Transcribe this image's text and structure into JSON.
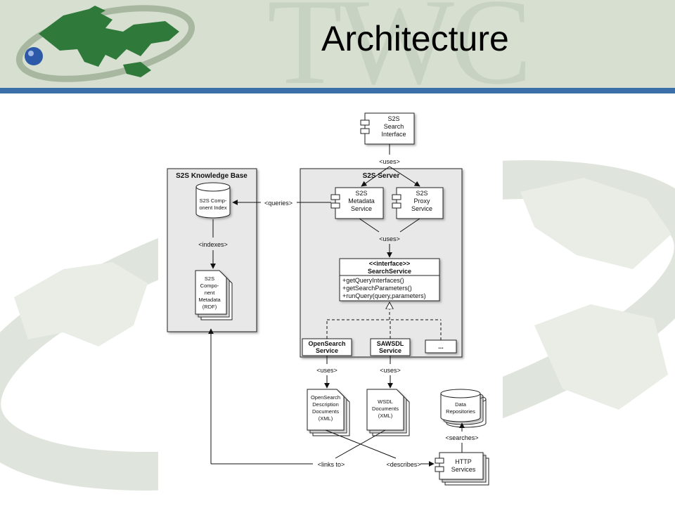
{
  "header": {
    "title": "Architecture",
    "watermark": "TWC"
  },
  "diagram": {
    "nodes": {
      "search_interface": [
        "S2S",
        "Search",
        "Interface"
      ],
      "knowledge_base_title": "S2S Knowledge Base",
      "component_index": [
        "S2S Comp-",
        "onent Index"
      ],
      "component_metadata": [
        "S2S",
        "Compo-",
        "nent",
        "Metadata",
        "(RDF)"
      ],
      "server_title": "S2S Server",
      "metadata_service": [
        "S2S",
        "Metadata",
        "Service"
      ],
      "proxy_service": [
        "S2S",
        "Proxy",
        "Service"
      ],
      "interface_stereotype": "<<interface>>",
      "interface_name": "SearchService",
      "interface_methods": [
        "+getQueryInterfaces()",
        "+getSearchParameters()",
        "+runQuery(query,parameters)"
      ],
      "opensearch_service": [
        "OpenSearch",
        "Service"
      ],
      "sawsdl_service": [
        "SAWSDL",
        "Service"
      ],
      "more": "...",
      "opensearch_docs": [
        "OpenSearch",
        "Description",
        "Documents",
        "(XML)"
      ],
      "wsdl_docs": [
        "WSDL",
        "Documents",
        "(XML)"
      ],
      "data_repositories": [
        "Data",
        "Repositories"
      ],
      "http_services": [
        "HTTP",
        "Services"
      ]
    },
    "edges": {
      "uses_top": "<uses>",
      "queries": "<queries>",
      "indexes": "<indexes>",
      "uses_mid": "<uses>",
      "uses_opensearch": "<uses>",
      "uses_sawsdl": "<uses>",
      "searches": "<searches>",
      "links_to": "<links to>",
      "describes": "<describes>"
    }
  }
}
